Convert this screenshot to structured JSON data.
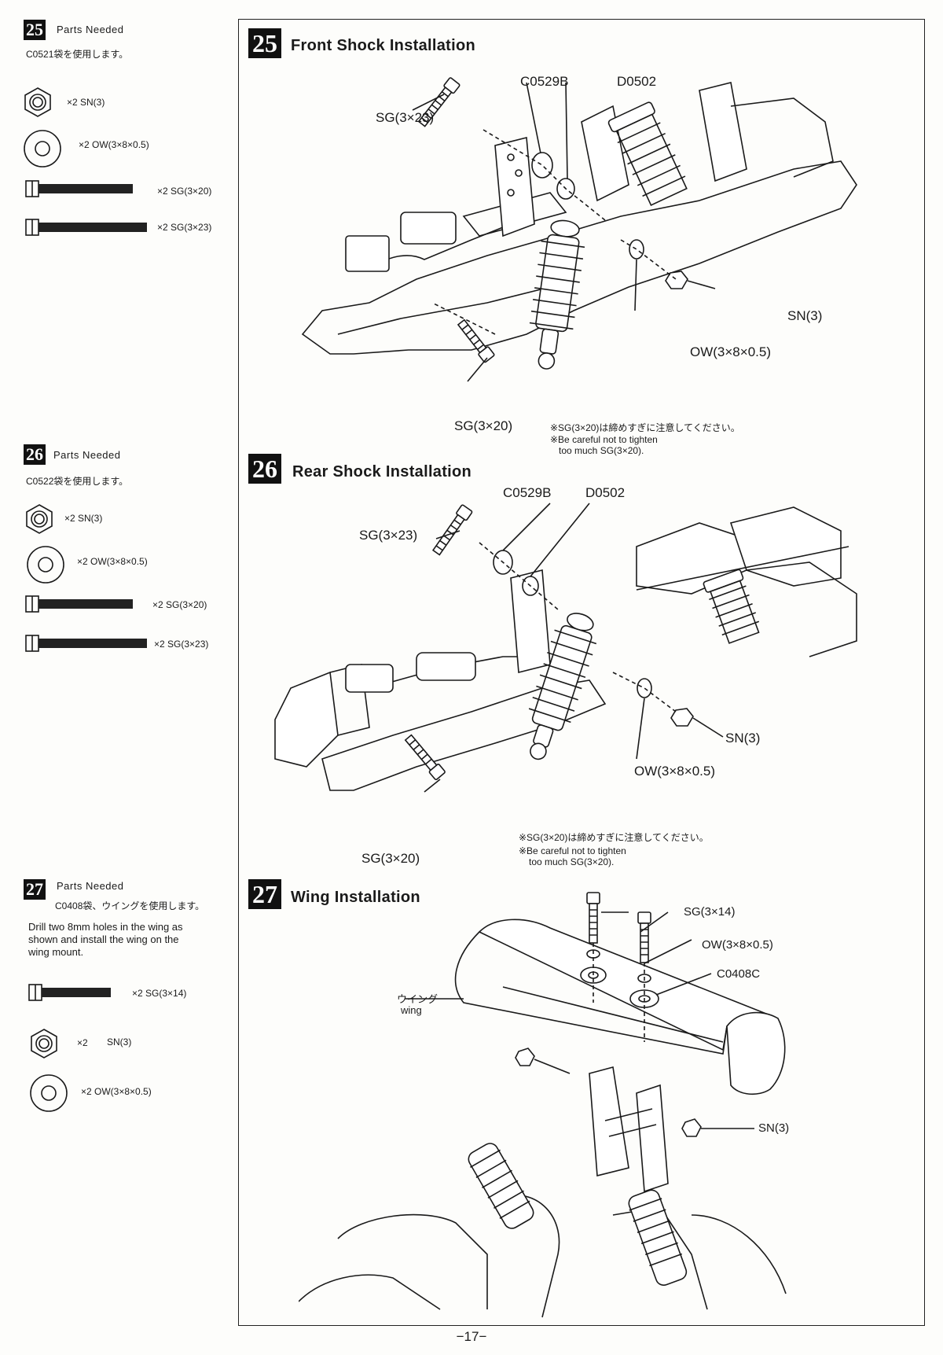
{
  "side": {
    "s25": {
      "num": "25",
      "head": "Parts Needed",
      "bag": "C0521袋を使用します。",
      "items": [
        "×2 SN(3)",
        "×2 OW(3×8×0.5)",
        "×2 SG(3×20)",
        "×2 SG(3×23)"
      ]
    },
    "s26": {
      "num": "26",
      "head": "Parts Needed",
      "bag": "C0522袋を使用します。",
      "items": [
        "×2 SN(3)",
        "×2 OW(3×8×0.5)",
        "×2 SG(3×20)",
        "×2 SG(3×23)"
      ]
    },
    "s27": {
      "num": "27",
      "head": "Parts Needed",
      "bag": "C0408袋、ウイングを使用します。",
      "desc1": "Drill two 8mm holes in the wing as",
      "desc2": "shown and install the wing on the",
      "desc3": "wing mount.",
      "items": [
        "×2 SG(3×14)",
        "×2",
        "SN(3)",
        "×2 OW(3×8×0.5)"
      ]
    }
  },
  "main": {
    "s25": {
      "num": "25",
      "title": "Front Shock Installation",
      "labels": {
        "c0529b": "C0529B",
        "d0502": "D0502",
        "sg23": "SG(3×23)",
        "sn3": "SN(3)",
        "ow": "OW(3×8×0.5)",
        "sg20": "SG(3×20)"
      },
      "note_jp": "※SG(3×20)は締めすぎに注意してください。",
      "note_en1": "※Be careful not to tighten",
      "note_en2": "too much SG(3×20)."
    },
    "s26": {
      "num": "26",
      "title": "Rear Shock Installation",
      "labels": {
        "c0529b": "C0529B",
        "d0502": "D0502",
        "sg23": "SG(3×23)",
        "sn3": "SN(3)",
        "ow": "OW(3×8×0.5)",
        "sg20": "SG(3×20)"
      },
      "note_jp": "※SG(3×20)は締めすぎに注意してください。",
      "note_en1": "※Be careful not to tighten",
      "note_en2": "too much SG(3×20)."
    },
    "s27": {
      "num": "27",
      "title": "Wing Installation",
      "labels": {
        "sg14": "SG(3×14)",
        "ow": "OW(3×8×0.5)",
        "c0408c": "C0408C",
        "wing_jp": "ウイング",
        "wing_en": "wing",
        "sn3": "SN(3)"
      }
    }
  },
  "page_number": "−17−"
}
